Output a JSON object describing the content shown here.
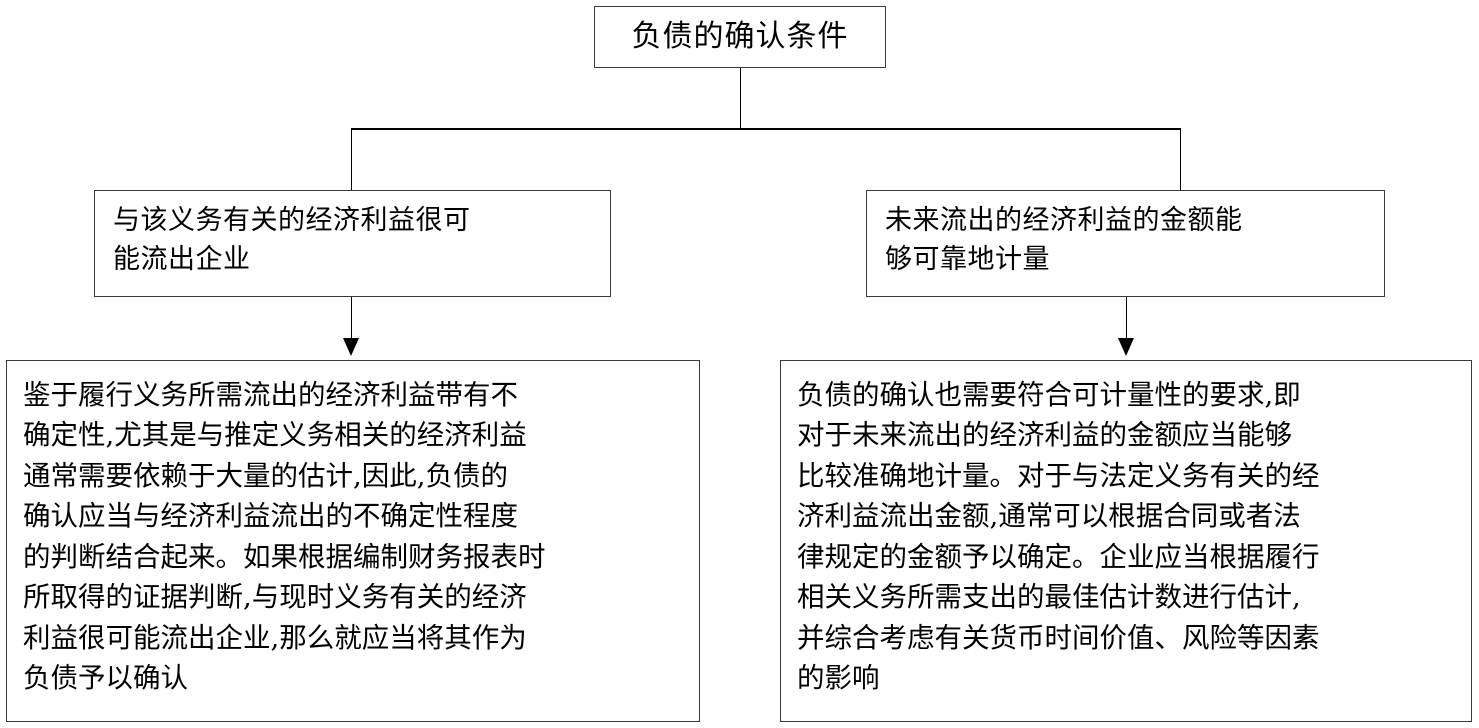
{
  "diagram": {
    "title": "负债的确认条件",
    "root": {
      "label": "负债的确认条件"
    },
    "conditions": [
      {
        "label": "与该义务有关的经济利益很可\n能流出企业",
        "detail": "鉴于履行义务所需流出的经济利益带有不\n确定性,尤其是与推定义务相关的经济利益\n通常需要依赖于大量的估计,因此,负债的\n确认应当与经济利益流出的不确定性程度\n的判断结合起来。如果根据编制财务报表时\n所取得的证据判断,与现时义务有关的经济\n利益很可能流出企业,那么就应当将其作为\n负债予以确认"
      },
      {
        "label": "未来流出的经济利益的金额能\n够可靠地计量",
        "detail": "负债的确认也需要符合可计量性的要求,即\n对于未来流出的经济利益的金额应当能够\n比较准确地计量。对于与法定义务有关的经\n济利益流出金额,通常可以根据合同或者法\n律规定的金额予以确定。企业应当根据履行\n相关义务所需支出的最佳估计数进行估计,\n并综合考虑有关货币时间价值、风险等因素\n的影响"
      }
    ],
    "colors": {
      "box_border": "#3a3a3a",
      "connector": "#000000",
      "text": "#000000",
      "background": "#ffffff"
    }
  }
}
